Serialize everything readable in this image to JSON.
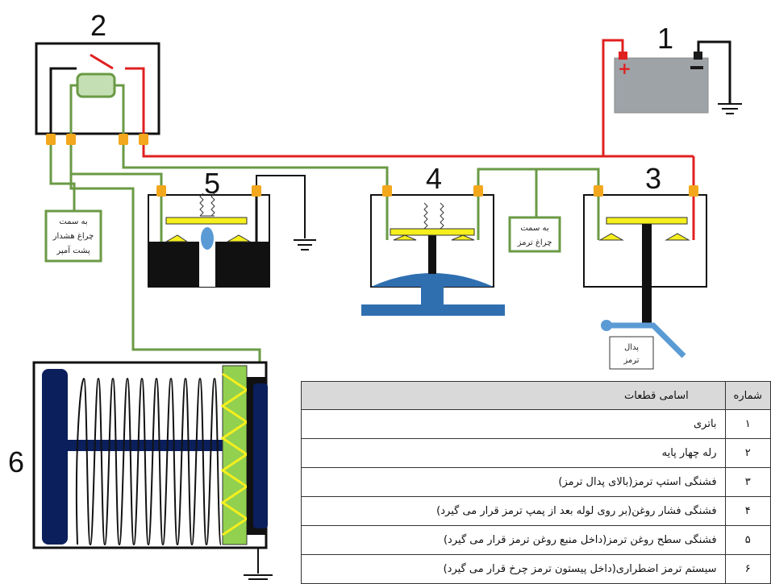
{
  "component_numbers": [
    "1",
    "2",
    "3",
    "4",
    "5",
    "6"
  ],
  "labels": {
    "to_warning_lamp": [
      "به سمت",
      "چراغ هشدار",
      "پشت آمپر"
    ],
    "to_brake_lamp": [
      "به سمت",
      "چراغ ترمز"
    ],
    "brake_pedal": [
      "پدال",
      "ترمز"
    ],
    "battery_plus": "+",
    "battery_minus": "−"
  },
  "table": {
    "headers": [
      "شماره",
      "اسامی قطعات"
    ],
    "rows": [
      {
        "num": "۱",
        "name": "باتری"
      },
      {
        "num": "۲",
        "name": "رله چهار پایه"
      },
      {
        "num": "۳",
        "name": "فشنگی استپ ترمز(بالای پدال ترمز)"
      },
      {
        "num": "۴",
        "name": "فشنگی فشار روغن(بر روی لوله بعد از پمپ ترمز قرار می گیرد)"
      },
      {
        "num": "۵",
        "name": "فشنگی سطح روغن ترمز(داخل منبع روغن ترمز قرار می گیرد)"
      },
      {
        "num": "۶",
        "name": "سیستم ترمز اضطراری(داخل پیستون ترمز چرخ قرار می گیرد)"
      }
    ]
  },
  "colors": {
    "positive_wire": "#e02020",
    "signal_wire": "#6a9a45",
    "ground_wire": "#111111",
    "battery": "#9ea3a8",
    "terminal": "#f2a71c",
    "contact": "#f5ef1e",
    "diaphragm": "#2f6fb0",
    "spring_body": "#0b1f5c",
    "spring_coil": "#92d050"
  }
}
